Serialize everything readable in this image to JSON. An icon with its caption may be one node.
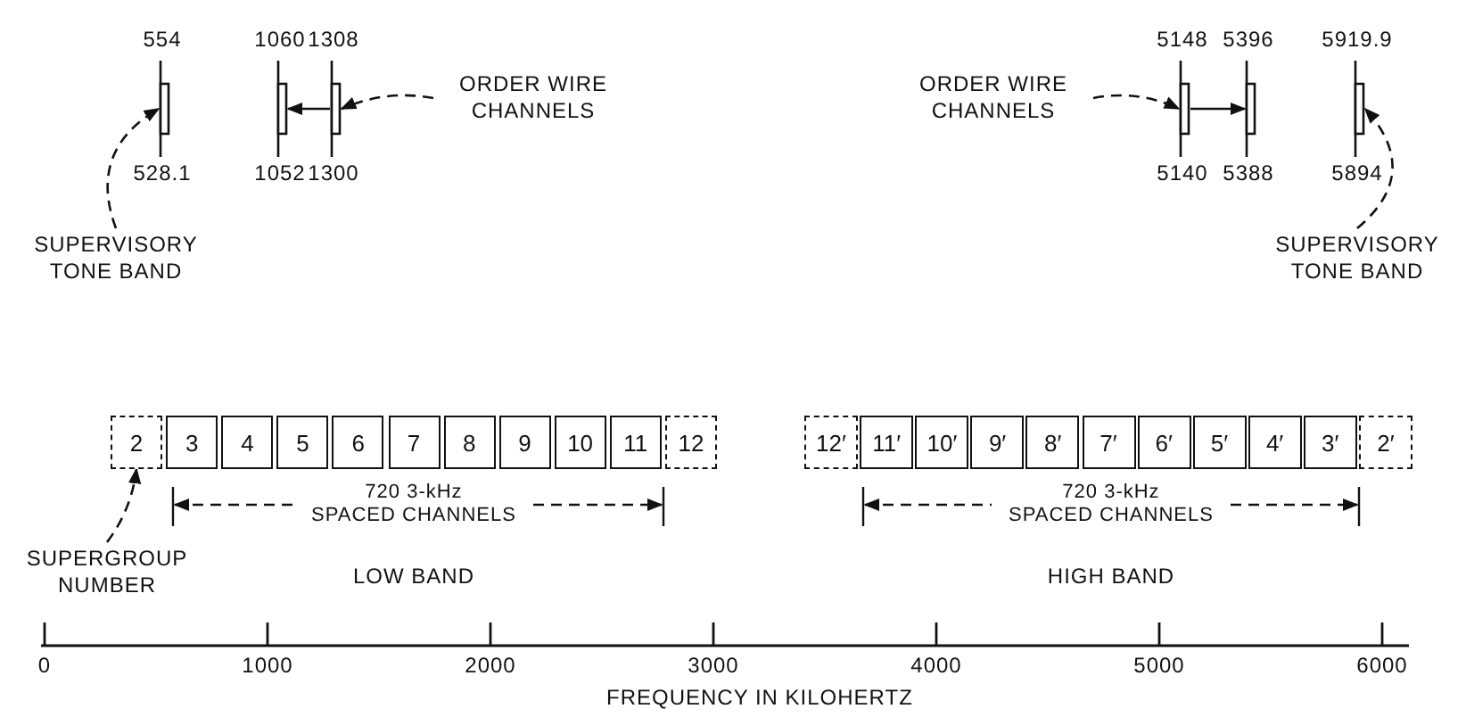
{
  "diagram": {
    "nodes": [
      {
        "text": [
          "SUPERVISORY TONE BAND"
        ]
      },
      {
        "text": [],
        "shape": "bar",
        "beside": [
          "554",
          "528.1"
        ]
      },
      {
        "text": [],
        "shape": "bar",
        "beside": [
          "1060",
          "1052"
        ]
      },
      {
        "text": [],
        "shape": "bar",
        "beside": [
          "1308",
          "1300"
        ]
      },
      {
        "text": [
          "ORDER WIRE CHANNELS"
        ]
      },
      {
        "text": [
          "ORDER WIRE CHANNELS"
        ]
      },
      {
        "text": [],
        "shape": "bar",
        "beside": [
          "5148",
          "5140"
        ]
      },
      {
        "text": [],
        "shape": "bar",
        "beside": [
          "5396",
          "5388"
        ]
      },
      {
        "text": [],
        "shape": "bar",
        "beside": [
          "5919.9",
          "5894"
        ]
      },
      {
        "text": [
          "SUPERVISORY TONE BAND"
        ]
      },
      {
        "text": [
          "2"
        ]
      },
      {
        "text": [
          "3"
        ]
      },
      {
        "text": [
          "4"
        ]
      },
      {
        "text": [
          "5"
        ]
      },
      {
        "text": [
          "6"
        ]
      },
      {
        "text": [
          "7"
        ]
      },
      {
        "text": [
          "8"
        ]
      },
      {
        "text": [
          "9"
        ]
      },
      {
        "text": [
          "10"
        ]
      },
      {
        "text": [
          "11"
        ]
      },
      {
        "text": [
          "12"
        ]
      },
      {
        "text": [
          "12′"
        ]
      },
      {
        "text": [
          "11′"
        ]
      },
      {
        "text": [
          "10′"
        ]
      },
      {
        "text": [
          "9′"
        ]
      },
      {
        "text": [
          "8′"
        ]
      },
      {
        "text": [
          "7′"
        ]
      },
      {
        "text": [
          "6′"
        ]
      },
      {
        "text": [
          "5′"
        ]
      },
      {
        "text": [
          "4′"
        ]
      },
      {
        "text": [
          "3′"
        ]
      },
      {
        "text": [
          "2′"
        ]
      },
      {
        "text": [
          "SUPERGROUP NUMBER"
        ]
      }
    ],
    "edges": [
      {
        "from": 0,
        "to": 1,
        "arrow": "to",
        "style": "dashed"
      },
      {
        "from": 4,
        "to": 3,
        "arrow": "to",
        "style": "dashed"
      },
      {
        "from": 3,
        "to": 2,
        "arrow": "to"
      },
      {
        "from": 5,
        "to": 6,
        "arrow": "to",
        "style": "dashed"
      },
      {
        "from": 6,
        "to": 7,
        "arrow": "to"
      },
      {
        "from": 9,
        "to": 8,
        "arrow": "to",
        "style": "dashed"
      },
      {
        "from": 32,
        "to": 10,
        "arrow": "to",
        "style": "dashed"
      }
    ],
    "labels": [
      "720 3-kHz SPACED CHANNELS",
      "720 3-kHz SPACED CHANNELS",
      "LOW BAND",
      "HIGH BAND",
      "0",
      "1000",
      "2000",
      "3000",
      "4000",
      "5000",
      "6000",
      "FREQUENCY IN KILOHERTZ"
    ]
  }
}
